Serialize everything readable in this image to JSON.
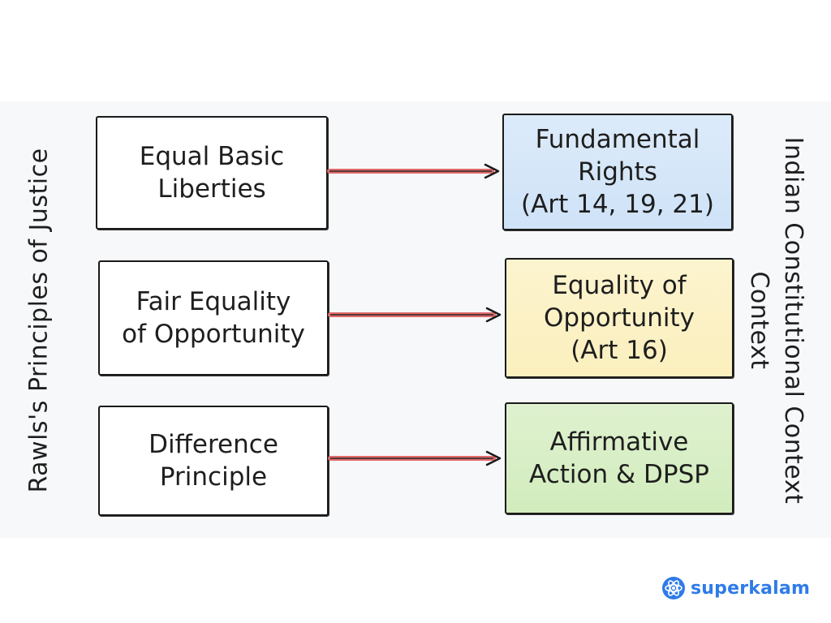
{
  "side_labels": {
    "left": "Rawls's Principles of Justice",
    "right_lines": [
      "Indian Constitutional Context",
      "Context"
    ]
  },
  "rows": [
    {
      "principle_lines": [
        "Equal Basic",
        "Liberties"
      ],
      "context_lines": [
        "Fundamental",
        "Rights",
        "(Art 14, 19, 21)"
      ],
      "context_color": "#cfe2f7"
    },
    {
      "principle_lines": [
        "Fair Equality",
        "of Opportunity"
      ],
      "context_lines": [
        "Equality of",
        "Opportunity",
        "(Art 16)"
      ],
      "context_color": "#fbefbd"
    },
    {
      "principle_lines": [
        "Difference",
        "Principle"
      ],
      "context_lines": [
        "Affirmative",
        "Action & DPSP"
      ],
      "context_color": "#d2ecbd"
    }
  ],
  "arrow_color": "#e06b6b",
  "brand": {
    "name": "superkalam",
    "icon": "atom-icon",
    "color": "#2f7be8"
  }
}
